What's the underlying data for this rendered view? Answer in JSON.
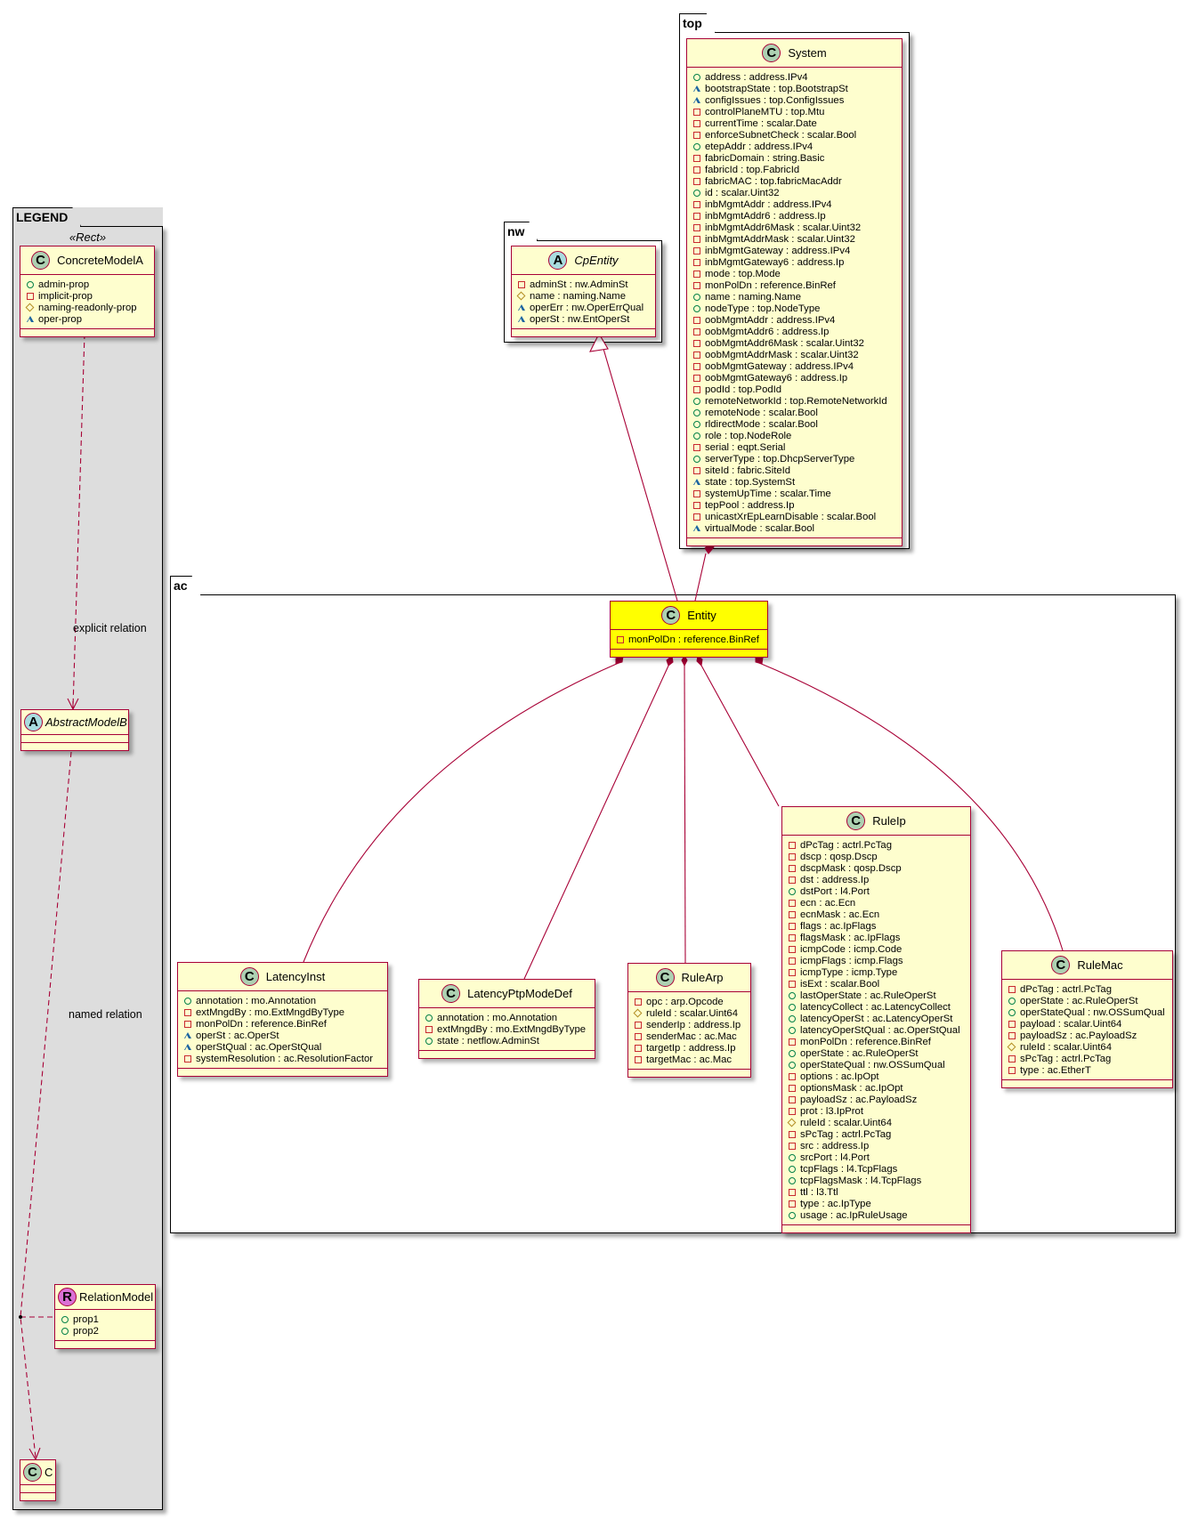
{
  "packages": {
    "legend": {
      "name": "LEGEND",
      "stereotype": "«Rect»"
    },
    "top": {
      "name": "top"
    },
    "nw": {
      "name": "nw"
    },
    "ac": {
      "name": "ac"
    }
  },
  "relations": {
    "explicit_label": "explicit relation",
    "named_label": "named relation"
  },
  "colors": {
    "border": "#A80036",
    "class_bg": "#FEFECE",
    "highlight_bg": "#FFFF00",
    "legend_bg": "#DDDDDD",
    "spot_class": "#ADD1B2",
    "spot_abstract": "#A9DCDF",
    "spot_relation": "#DA70D6"
  },
  "classes": {
    "concreteModelA": {
      "kind": "C",
      "name": "ConcreteModelA",
      "attrs": [
        {
          "vis": "public",
          "text": "admin-prop"
        },
        {
          "vis": "private",
          "text": "implicit-prop"
        },
        {
          "vis": "protected",
          "text": "naming-readonly-prop"
        },
        {
          "vis": "package",
          "text": "oper-prop"
        }
      ]
    },
    "abstractModelB": {
      "kind": "A",
      "name": "AbstractModelB",
      "italic": true,
      "attrs": []
    },
    "relationModel": {
      "kind": "R",
      "name": "RelationModel",
      "attrs": [
        {
          "vis": "public",
          "text": "prop1"
        },
        {
          "vis": "public",
          "text": "prop2"
        }
      ]
    },
    "c": {
      "kind": "C",
      "name": "C",
      "attrs": []
    },
    "system": {
      "kind": "C",
      "name": "System",
      "attrs": [
        {
          "vis": "public",
          "text": "address : address.IPv4"
        },
        {
          "vis": "package",
          "text": "bootstrapState : top.BootstrapSt"
        },
        {
          "vis": "package",
          "text": "configIssues : top.ConfigIssues"
        },
        {
          "vis": "private",
          "text": "controlPlaneMTU : top.Mtu"
        },
        {
          "vis": "private",
          "text": "currentTime : scalar.Date"
        },
        {
          "vis": "private",
          "text": "enforceSubnetCheck : scalar.Bool"
        },
        {
          "vis": "public",
          "text": "etepAddr : address.IPv4"
        },
        {
          "vis": "private",
          "text": "fabricDomain : string.Basic"
        },
        {
          "vis": "private",
          "text": "fabricId : top.FabricId"
        },
        {
          "vis": "private",
          "text": "fabricMAC : top.fabricMacAddr"
        },
        {
          "vis": "public",
          "text": "id : scalar.Uint32"
        },
        {
          "vis": "private",
          "text": "inbMgmtAddr : address.IPv4"
        },
        {
          "vis": "private",
          "text": "inbMgmtAddr6 : address.Ip"
        },
        {
          "vis": "private",
          "text": "inbMgmtAddr6Mask : scalar.Uint32"
        },
        {
          "vis": "private",
          "text": "inbMgmtAddrMask : scalar.Uint32"
        },
        {
          "vis": "private",
          "text": "inbMgmtGateway : address.IPv4"
        },
        {
          "vis": "private",
          "text": "inbMgmtGateway6 : address.Ip"
        },
        {
          "vis": "private",
          "text": "mode : top.Mode"
        },
        {
          "vis": "private",
          "text": "monPolDn : reference.BinRef"
        },
        {
          "vis": "public",
          "text": "name : naming.Name"
        },
        {
          "vis": "public",
          "text": "nodeType : top.NodeType"
        },
        {
          "vis": "private",
          "text": "oobMgmtAddr : address.IPv4"
        },
        {
          "vis": "private",
          "text": "oobMgmtAddr6 : address.Ip"
        },
        {
          "vis": "private",
          "text": "oobMgmtAddr6Mask : scalar.Uint32"
        },
        {
          "vis": "private",
          "text": "oobMgmtAddrMask : scalar.Uint32"
        },
        {
          "vis": "private",
          "text": "oobMgmtGateway : address.IPv4"
        },
        {
          "vis": "private",
          "text": "oobMgmtGateway6 : address.Ip"
        },
        {
          "vis": "private",
          "text": "podId : top.PodId"
        },
        {
          "vis": "public",
          "text": "remoteNetworkId : top.RemoteNetworkId"
        },
        {
          "vis": "public",
          "text": "remoteNode : scalar.Bool"
        },
        {
          "vis": "public",
          "text": "rldirectMode : scalar.Bool"
        },
        {
          "vis": "public",
          "text": "role : top.NodeRole"
        },
        {
          "vis": "private",
          "text": "serial : eqpt.Serial"
        },
        {
          "vis": "public",
          "text": "serverType : top.DhcpServerType"
        },
        {
          "vis": "private",
          "text": "siteId : fabric.SiteId"
        },
        {
          "vis": "package",
          "text": "state : top.SystemSt"
        },
        {
          "vis": "private",
          "text": "systemUpTime : scalar.Time"
        },
        {
          "vis": "private",
          "text": "tepPool : address.Ip"
        },
        {
          "vis": "private",
          "text": "unicastXrEpLearnDisable : scalar.Bool"
        },
        {
          "vis": "package",
          "text": "virtualMode : scalar.Bool"
        }
      ]
    },
    "cpEntity": {
      "kind": "A",
      "name": "CpEntity",
      "italic": true,
      "attrs": [
        {
          "vis": "private",
          "text": "adminSt : nw.AdminSt"
        },
        {
          "vis": "protected",
          "text": "name : naming.Name"
        },
        {
          "vis": "package",
          "text": "operErr : nw.OperErrQual"
        },
        {
          "vis": "package",
          "text": "operSt : nw.EntOperSt"
        }
      ]
    },
    "entity": {
      "kind": "C",
      "name": "Entity",
      "highlight": true,
      "attrs": [
        {
          "vis": "private",
          "text": "monPolDn : reference.BinRef"
        }
      ]
    },
    "latencyInst": {
      "kind": "C",
      "name": "LatencyInst",
      "attrs": [
        {
          "vis": "public",
          "text": "annotation : mo.Annotation"
        },
        {
          "vis": "private",
          "text": "extMngdBy : mo.ExtMngdByType"
        },
        {
          "vis": "private",
          "text": "monPolDn : reference.BinRef"
        },
        {
          "vis": "package",
          "text": "operSt : ac.OperSt"
        },
        {
          "vis": "package",
          "text": "operStQual : ac.OperStQual"
        },
        {
          "vis": "private",
          "text": "systemResolution : ac.ResolutionFactor"
        }
      ]
    },
    "latencyPtpModeDef": {
      "kind": "C",
      "name": "LatencyPtpModeDef",
      "attrs": [
        {
          "vis": "public",
          "text": "annotation : mo.Annotation"
        },
        {
          "vis": "private",
          "text": "extMngdBy : mo.ExtMngdByType"
        },
        {
          "vis": "public",
          "text": "state : netflow.AdminSt"
        }
      ]
    },
    "ruleArp": {
      "kind": "C",
      "name": "RuleArp",
      "attrs": [
        {
          "vis": "private",
          "text": "opc : arp.Opcode"
        },
        {
          "vis": "protected",
          "text": "ruleId : scalar.Uint64"
        },
        {
          "vis": "private",
          "text": "senderIp : address.Ip"
        },
        {
          "vis": "private",
          "text": "senderMac : ac.Mac"
        },
        {
          "vis": "private",
          "text": "targetIp : address.Ip"
        },
        {
          "vis": "private",
          "text": "targetMac : ac.Mac"
        }
      ]
    },
    "ruleIp": {
      "kind": "C",
      "name": "RuleIp",
      "attrs": [
        {
          "vis": "private",
          "text": "dPcTag : actrl.PcTag"
        },
        {
          "vis": "private",
          "text": "dscp : qosp.Dscp"
        },
        {
          "vis": "private",
          "text": "dscpMask : qosp.Dscp"
        },
        {
          "vis": "private",
          "text": "dst : address.Ip"
        },
        {
          "vis": "public",
          "text": "dstPort : l4.Port"
        },
        {
          "vis": "private",
          "text": "ecn : ac.Ecn"
        },
        {
          "vis": "private",
          "text": "ecnMask : ac.Ecn"
        },
        {
          "vis": "private",
          "text": "flags : ac.IpFlags"
        },
        {
          "vis": "private",
          "text": "flagsMask : ac.IpFlags"
        },
        {
          "vis": "private",
          "text": "icmpCode : icmp.Code"
        },
        {
          "vis": "private",
          "text": "icmpFlags : icmp.Flags"
        },
        {
          "vis": "private",
          "text": "icmpType : icmp.Type"
        },
        {
          "vis": "private",
          "text": "isExt : scalar.Bool"
        },
        {
          "vis": "public",
          "text": "lastOperState : ac.RuleOperSt"
        },
        {
          "vis": "public",
          "text": "latencyCollect : ac.LatencyCollect"
        },
        {
          "vis": "public",
          "text": "latencyOperSt : ac.LatencyOperSt"
        },
        {
          "vis": "public",
          "text": "latencyOperStQual : ac.OperStQual"
        },
        {
          "vis": "private",
          "text": "monPolDn : reference.BinRef"
        },
        {
          "vis": "public",
          "text": "operState : ac.RuleOperSt"
        },
        {
          "vis": "public",
          "text": "operStateQual : nw.OSSumQual"
        },
        {
          "vis": "private",
          "text": "options : ac.IpOpt"
        },
        {
          "vis": "private",
          "text": "optionsMask : ac.IpOpt"
        },
        {
          "vis": "private",
          "text": "payloadSz : ac.PayloadSz"
        },
        {
          "vis": "private",
          "text": "prot : l3.IpProt"
        },
        {
          "vis": "protected",
          "text": "ruleId : scalar.Uint64"
        },
        {
          "vis": "private",
          "text": "sPcTag : actrl.PcTag"
        },
        {
          "vis": "private",
          "text": "src : address.Ip"
        },
        {
          "vis": "public",
          "text": "srcPort : l4.Port"
        },
        {
          "vis": "public",
          "text": "tcpFlags : l4.TcpFlags"
        },
        {
          "vis": "public",
          "text": "tcpFlagsMask : l4.TcpFlags"
        },
        {
          "vis": "private",
          "text": "ttl : l3.Ttl"
        },
        {
          "vis": "private",
          "text": "type : ac.IpType"
        },
        {
          "vis": "public",
          "text": "usage : ac.IpRuleUsage"
        }
      ]
    },
    "ruleMac": {
      "kind": "C",
      "name": "RuleMac",
      "attrs": [
        {
          "vis": "private",
          "text": "dPcTag : actrl.PcTag"
        },
        {
          "vis": "public",
          "text": "operState : ac.RuleOperSt"
        },
        {
          "vis": "public",
          "text": "operStateQual : nw.OSSumQual"
        },
        {
          "vis": "private",
          "text": "payload : scalar.Uint64"
        },
        {
          "vis": "private",
          "text": "payloadSz : ac.PayloadSz"
        },
        {
          "vis": "protected",
          "text": "ruleId : scalar.Uint64"
        },
        {
          "vis": "private",
          "text": "sPcTag : actrl.PcTag"
        },
        {
          "vis": "private",
          "text": "type : ac.EtherT"
        }
      ]
    }
  }
}
